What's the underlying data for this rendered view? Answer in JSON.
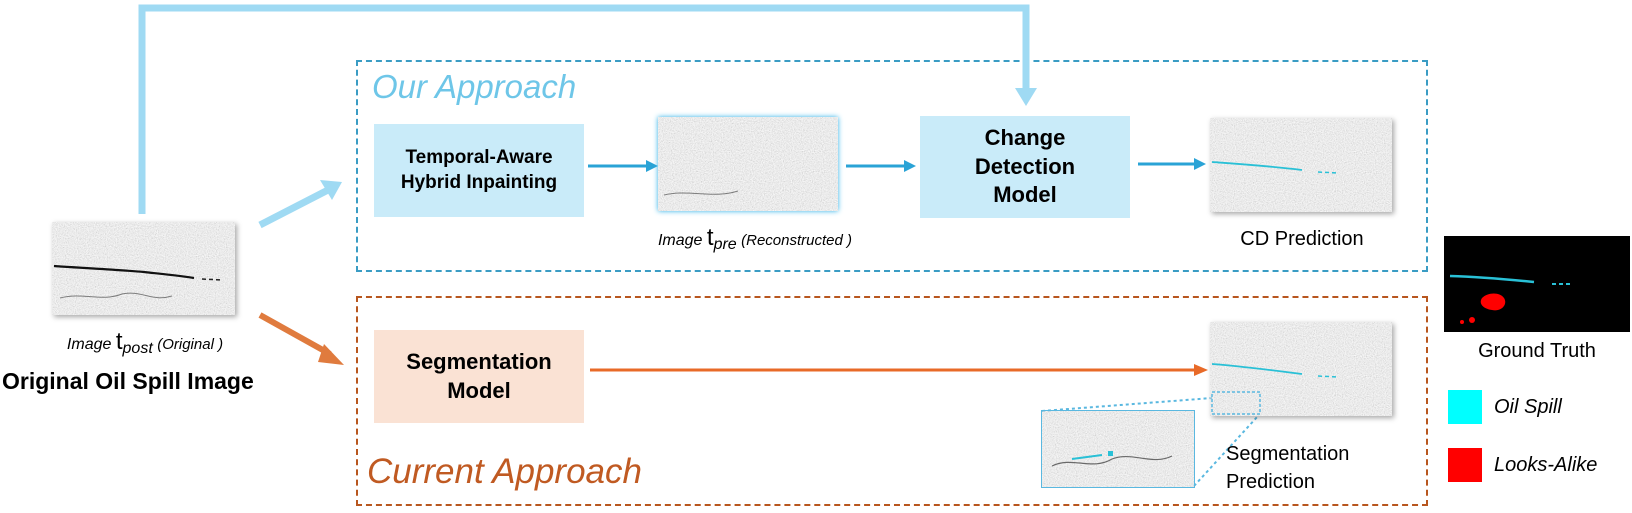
{
  "input": {
    "image_label_prefix": "Image",
    "image_label_var": "t",
    "image_label_sub": "post",
    "image_label_suffix": "(Original )",
    "caption": "Original Oil Spill Image"
  },
  "our_approach": {
    "title": "Our Approach",
    "inpainting_box": "Temporal-Aware Hybrid Inpainting",
    "recon_label_prefix": "Image",
    "recon_label_var": "t",
    "recon_label_sub": "pre",
    "recon_label_suffix": "(Reconstructed )",
    "cd_model_box": "Change Detection Model",
    "cd_prediction_label": "CD Prediction"
  },
  "current_approach": {
    "title": "Current Approach",
    "segmentation_box": "Segmentation Model",
    "seg_prediction_label": "Segmentation Prediction"
  },
  "legend": {
    "ground_truth_label": "Ground Truth",
    "items": [
      {
        "label": "Oil Spill",
        "color": "#00ffff"
      },
      {
        "label": "Looks-Alike",
        "color": "#ff0000"
      }
    ]
  },
  "colors": {
    "our_accent": "#6ec6e8",
    "our_frame": "#3a9cc4",
    "current_accent": "#c05a22",
    "current_frame": "#b8561e"
  }
}
